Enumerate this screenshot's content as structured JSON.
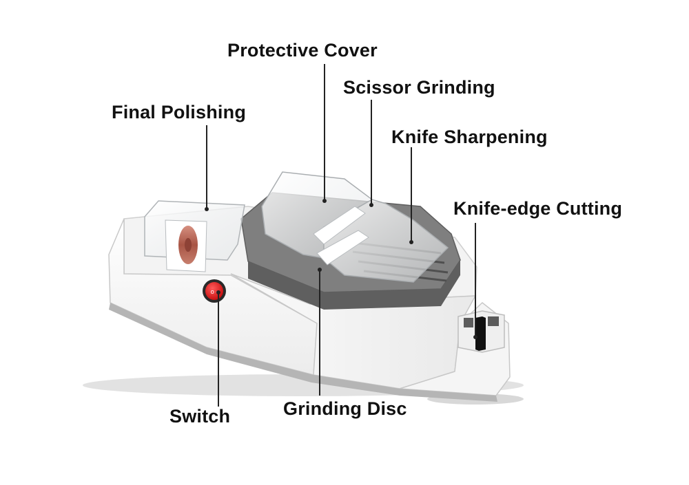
{
  "colors": {
    "background": "#ffffff",
    "body": "#f7f7f7",
    "body_shadow": "#d6d6d6",
    "outline": "#bdbdbd",
    "gray_tray": "#7c7c7c",
    "gray_tray_dark": "#5e5e5e",
    "switch_red": "#e01818",
    "polish_wheel": "#b86a5a",
    "leader_line": "#222222",
    "label_text": "#111111"
  },
  "labels": {
    "protective_cover": "Protective Cover",
    "scissor_grinding": "Scissor Grinding",
    "final_polishing": "Final Polishing",
    "knife_sharpening": "Knife Sharpening",
    "knife_edge_cutting": "Knife-edge Cutting",
    "switch": "Switch",
    "grinding_disc": "Grinding Disc"
  },
  "switch_marks": "o -"
}
